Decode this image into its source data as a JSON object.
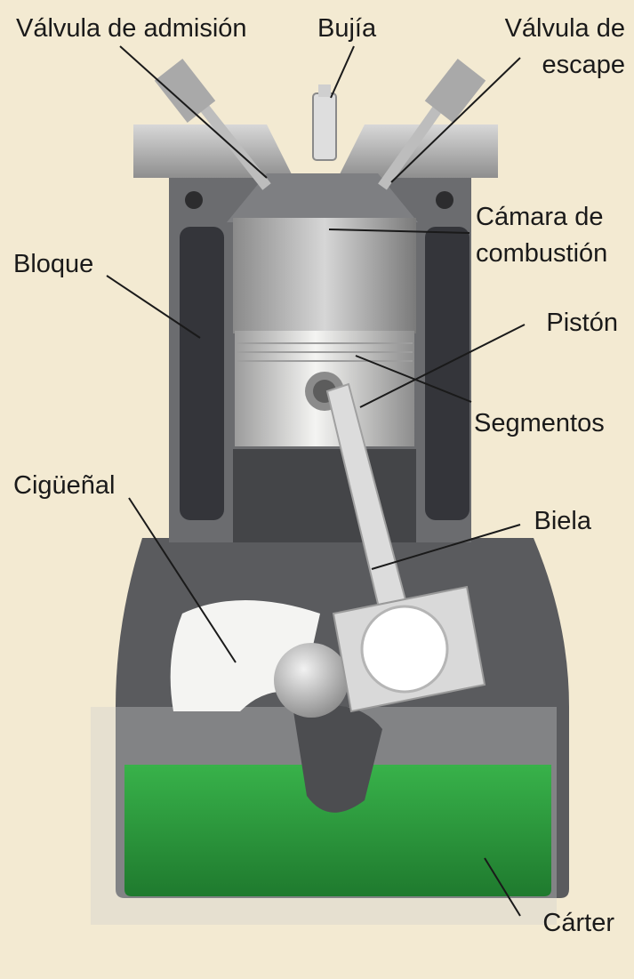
{
  "diagram": {
    "labels": {
      "intake_valve": "Válvula de admisión",
      "spark_plug": "Bujía",
      "exhaust_valve_line1": "Válvula de",
      "exhaust_valve_line2": "escape",
      "combustion_chamber_line1": "Cámara de",
      "combustion_chamber_line2": "combustión",
      "block": "Bloque",
      "piston": "Pistón",
      "rings": "Segmentos",
      "crankshaft": "Cigüeñal",
      "connecting_rod": "Biela",
      "crankcase": "Cárter"
    },
    "colors": {
      "background": "#f3ead2",
      "block_gray": "#5b5c5e",
      "cavity_dark": "#3e3f42",
      "metal_light": "#c9c9c9",
      "piston_white": "#ececea",
      "oil_green": "#2f9a3e",
      "leader_line": "#1a1a1a"
    }
  }
}
